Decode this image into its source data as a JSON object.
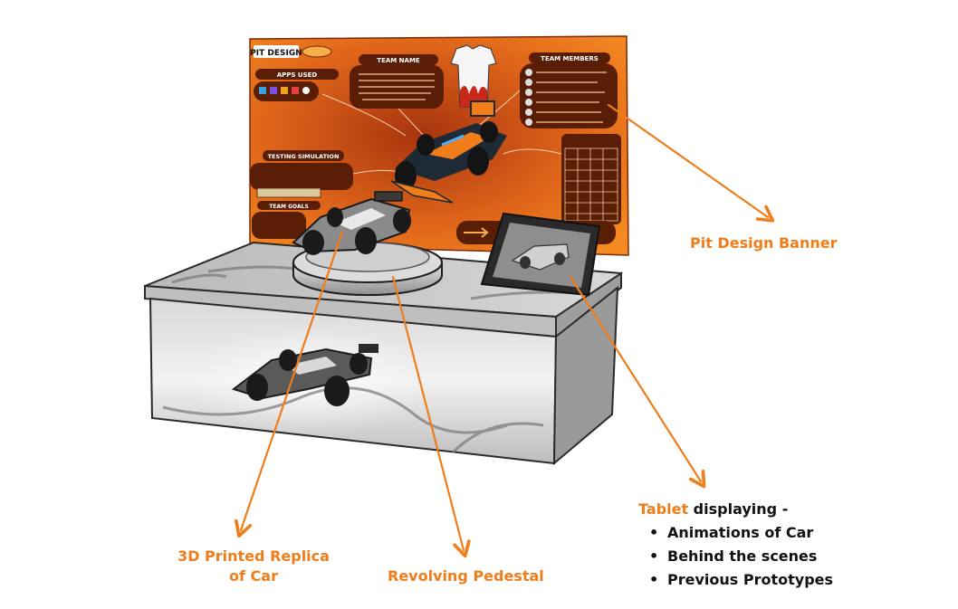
{
  "banner": {
    "logo_text": "PIT DESIGN",
    "sections": {
      "apps_used": "APPS USED",
      "team_name": "TEAM NAME",
      "team_members": "TEAM MEMBERS",
      "testing_simulation": "TESTING SIMULATION",
      "team_goals": "TEAM GOALS"
    }
  },
  "labels": {
    "banner": "Pit Design Banner",
    "replica_line1": "3D Printed Replica",
    "replica_line2": "of Car",
    "pedestal": "Revolving Pedestal",
    "tablet_highlight": "Tablet",
    "tablet_rest": " displaying -",
    "tablet_items": [
      "Animations of Car",
      "Behind the scenes",
      "Previous Prototypes"
    ]
  },
  "colors": {
    "accent": "#f07d1a",
    "banner_orange": "#ee7a16",
    "banner_dark": "#b03c10",
    "sketch_gray": "#9a9a9a"
  }
}
